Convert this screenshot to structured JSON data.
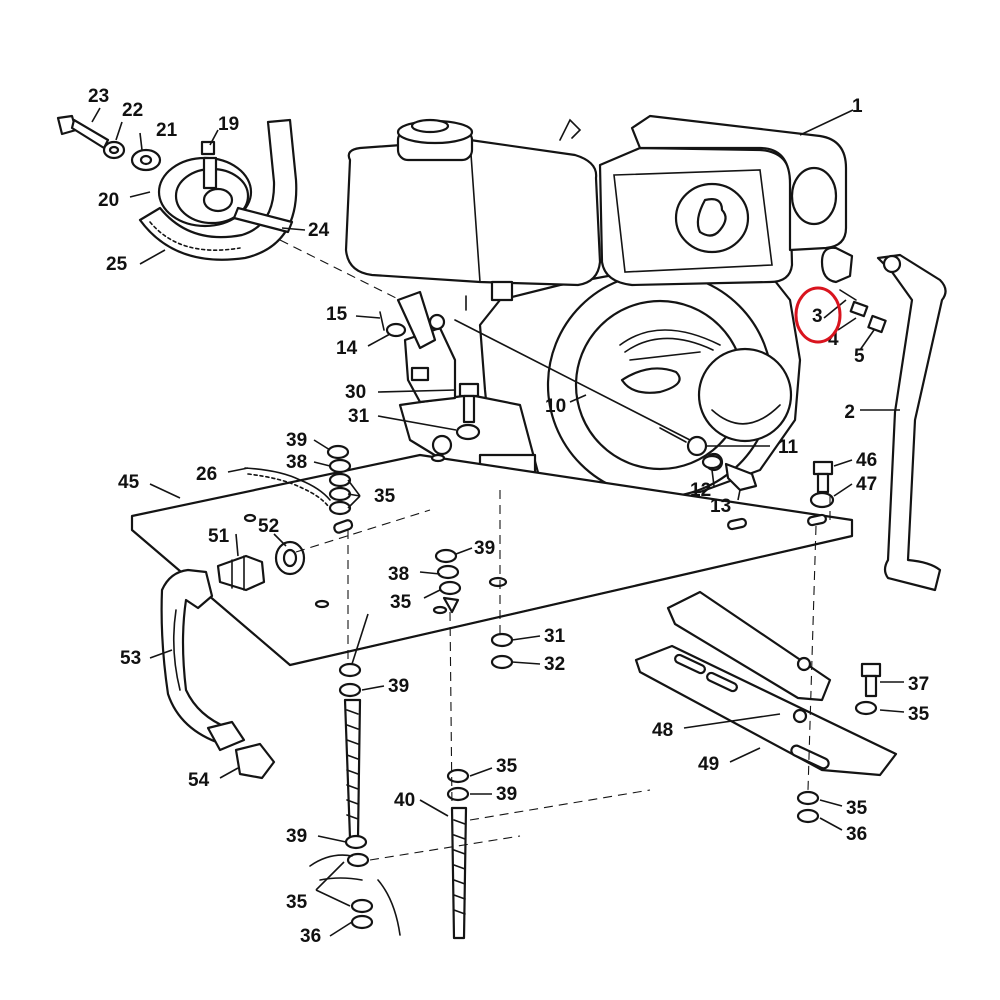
{
  "highlight": {
    "label": "3",
    "color": "#d9141e"
  },
  "labels": [
    "1",
    "2",
    "3",
    "4",
    "5",
    "10",
    "11",
    "12",
    "13",
    "14",
    "15",
    "19",
    "20",
    "21",
    "22",
    "23",
    "24",
    "25",
    "26",
    "30",
    "31",
    "32",
    "35",
    "36",
    "37",
    "38",
    "39",
    "40",
    "45",
    "46",
    "47",
    "48",
    "49",
    "51",
    "52",
    "53",
    "54"
  ]
}
